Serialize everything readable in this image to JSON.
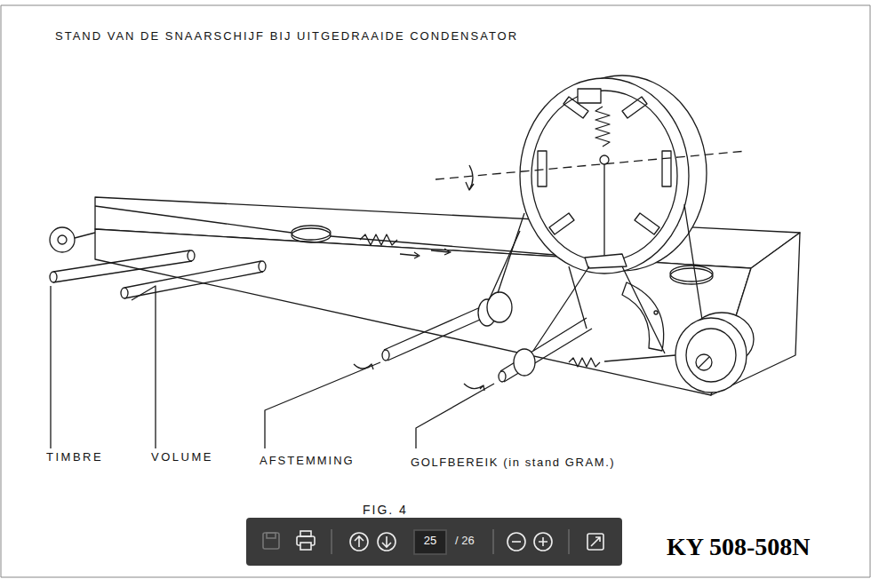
{
  "diagram": {
    "title": "STAND VAN DE SNAARSCHIJF BIJ UITGEDRAAIDE CONDENSATOR",
    "labels": [
      "TIMBRE",
      "VOLUME",
      "AFSTEMMING",
      "GOLFBEREIK (in stand GRAM.)",
      "FIG. 4",
      "KY 508-508N",
      "25",
      "/ 26"
    ]
  }
}
